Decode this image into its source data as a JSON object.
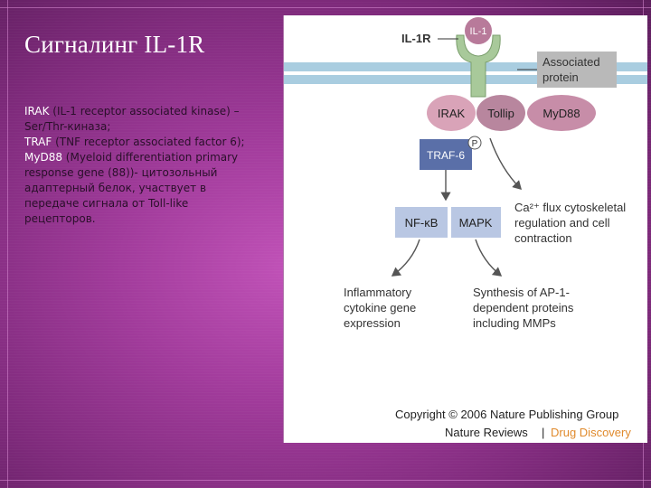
{
  "slide": {
    "title": "Сигналинг IL-1R",
    "definitions": [
      {
        "term": "IRAK",
        "text": " (IL-1 receptor associated kinase) – Ser/Thr-киназа;"
      },
      {
        "term": "TRAF",
        "text": " (TNF receptor associated factor 6);"
      },
      {
        "term": "MyD88",
        "text": " (Myeloid differentiation primary response gene (88))- цитозольный адаптерный белок, участвует в передаче сигнала от Toll-like рецепторов."
      }
    ]
  },
  "figure": {
    "receptor_label": "IL-1R",
    "ligand_label": "IL-1",
    "associated_protein": [
      "Associated",
      "protein"
    ],
    "irak": "IRAK",
    "tollip": "Tollip",
    "myd88": "MyD88",
    "phospho": "P",
    "traf6": "TRAF-6",
    "nfkb": "NF-κB",
    "mapk": "MAPK",
    "calcium_effect": [
      "Ca²⁺ flux cytoskeletal",
      "regulation and cell",
      "contraction"
    ],
    "outcome_left": [
      "Inflammatory",
      "cytokine gene",
      "expression"
    ],
    "outcome_right": [
      "Synthesis of AP-1-",
      "dependent proteins",
      "including MMPs"
    ],
    "copyright": "Copyright © 2006 Nature Publishing Group",
    "journal": "Nature Reviews",
    "journal_section": "Drug Discovery",
    "colors": {
      "ligand": "#b87a9a",
      "receptor": "#a8c99a",
      "membrane": "#a9cde0",
      "irak": "#d9a3b8",
      "tollip": "#b8869e",
      "myd88": "#c78da8",
      "traf6": "#5a6fa8",
      "nfkb": "#b9c7e3",
      "associated": "#b9b9b9",
      "arrow": "#555555",
      "journal_accent": "#e08a2c"
    }
  }
}
